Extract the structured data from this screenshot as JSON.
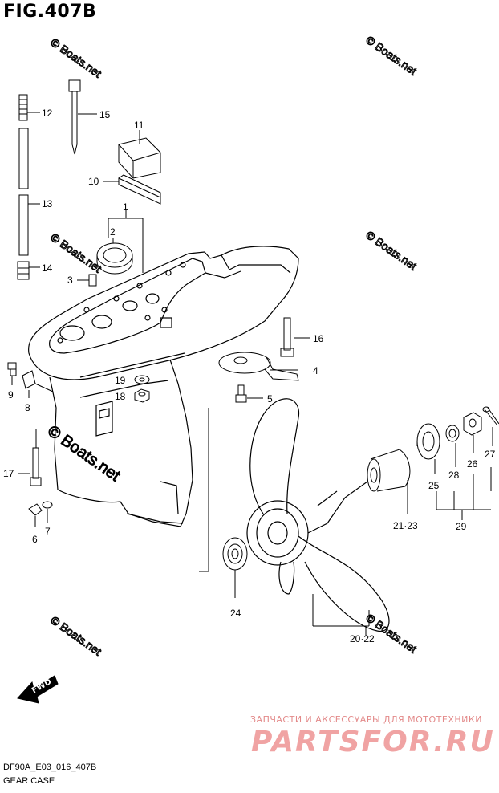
{
  "figure": {
    "title": "FIG.407B",
    "code": "DF90A_E03_016_407B",
    "name": "GEAR CASE"
  },
  "watermarks": {
    "boats_net": "© Boats.net",
    "shop_caption": "ЗАПЧАСТИ И АКСЕССУАРЫ ДЛЯ МОТОТЕХНИКИ",
    "shop_logo": "PARTSFOR.RU"
  },
  "fwd_arrow": {
    "label": "FWD"
  },
  "callouts": [
    {
      "id": "1",
      "label": "1"
    },
    {
      "id": "2",
      "label": "2"
    },
    {
      "id": "3",
      "label": "3"
    },
    {
      "id": "4",
      "label": "4"
    },
    {
      "id": "5",
      "label": "5"
    },
    {
      "id": "6",
      "label": "6"
    },
    {
      "id": "7",
      "label": "7"
    },
    {
      "id": "8",
      "label": "8"
    },
    {
      "id": "9",
      "label": "9"
    },
    {
      "id": "10",
      "label": "10"
    },
    {
      "id": "11",
      "label": "11"
    },
    {
      "id": "12",
      "label": "12"
    },
    {
      "id": "13",
      "label": "13"
    },
    {
      "id": "14",
      "label": "14"
    },
    {
      "id": "15",
      "label": "15"
    },
    {
      "id": "16",
      "label": "16"
    },
    {
      "id": "17",
      "label": "17"
    },
    {
      "id": "18",
      "label": "18"
    },
    {
      "id": "19",
      "label": "19"
    },
    {
      "id": "20_22",
      "label": "20·22"
    },
    {
      "id": "21_23",
      "label": "21·23"
    },
    {
      "id": "24",
      "label": "24"
    },
    {
      "id": "25",
      "label": "25"
    },
    {
      "id": "26",
      "label": "26"
    },
    {
      "id": "27",
      "label": "27"
    },
    {
      "id": "28",
      "label": "28"
    },
    {
      "id": "29",
      "label": "29"
    }
  ],
  "colors": {
    "line": "#000000",
    "watermark_gray": "#b9b9b9",
    "shop_red": "#f0a3a3"
  }
}
